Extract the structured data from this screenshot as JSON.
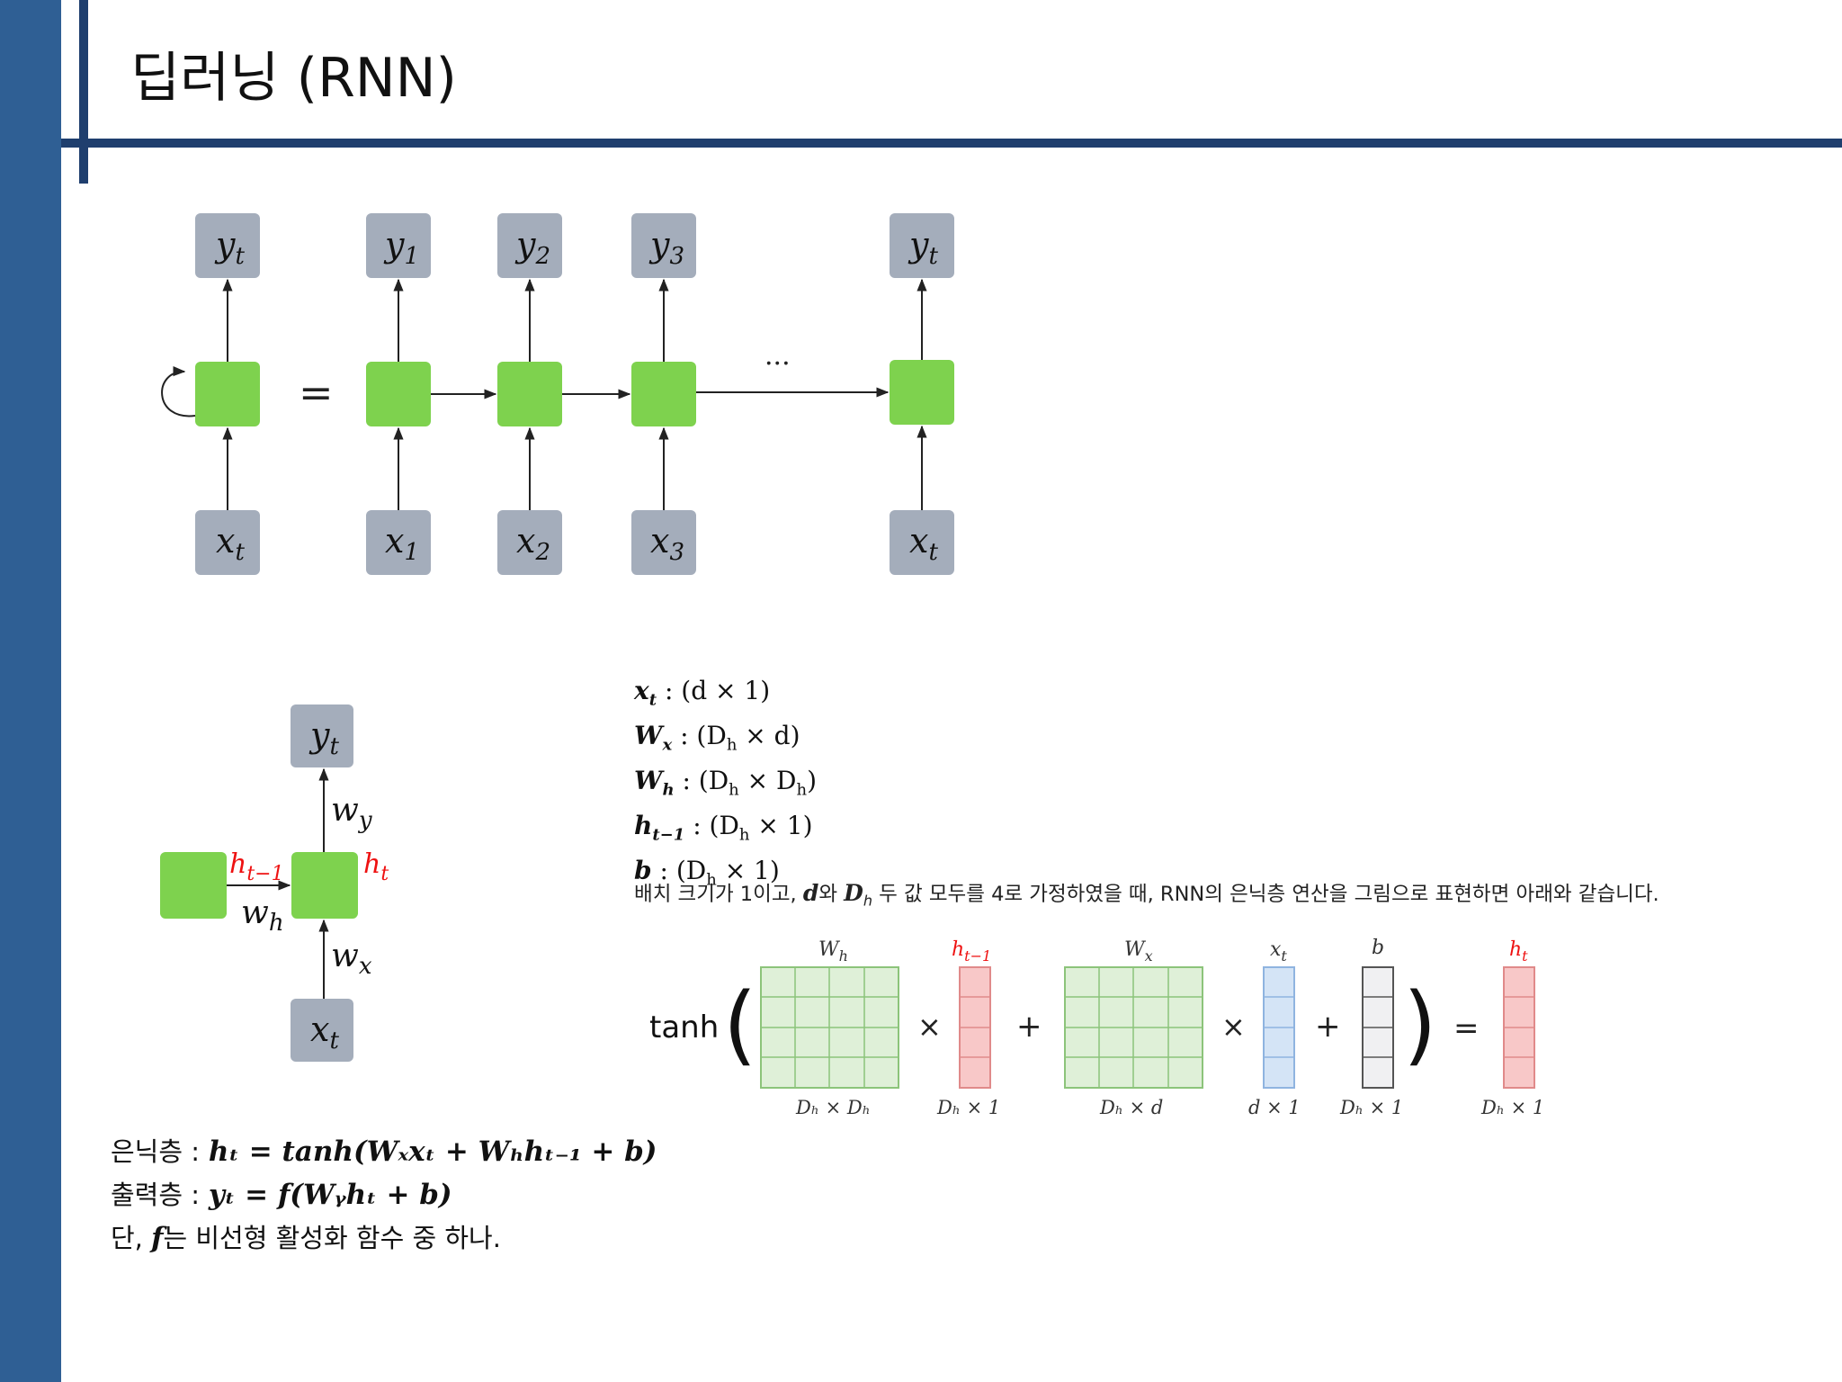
{
  "slide": {
    "title": "딥러닝 (RNN)",
    "accent_color": "#2f5f94",
    "line_color": "#1f3f6e"
  },
  "unrolled_diagram": {
    "left_output": "y",
    "left_output_sub": "t",
    "left_input": "x",
    "left_input_sub": "t",
    "equals": "=",
    "ellipsis": "···",
    "outputs": [
      {
        "base": "y",
        "sub": "1"
      },
      {
        "base": "y",
        "sub": "2"
      },
      {
        "base": "y",
        "sub": "3"
      },
      {
        "base": "y",
        "sub": "t"
      }
    ],
    "inputs": [
      {
        "base": "x",
        "sub": "1"
      },
      {
        "base": "x",
        "sub": "2"
      },
      {
        "base": "x",
        "sub": "3"
      },
      {
        "base": "x",
        "sub": "t"
      }
    ],
    "cell_color": "#7ed24e",
    "io_color": "#a4adbb"
  },
  "cell_diagram": {
    "output": {
      "base": "y",
      "sub": "t"
    },
    "input": {
      "base": "x",
      "sub": "t"
    },
    "w_y": {
      "base": "w",
      "sub": "y"
    },
    "w_h": {
      "base": "w",
      "sub": "h"
    },
    "w_x": {
      "base": "w",
      "sub": "x"
    },
    "h_prev": {
      "base": "h",
      "sub": "t−1"
    },
    "h_cur": {
      "base": "h",
      "sub": "t"
    },
    "hidden_color": "#ee1111"
  },
  "definitions": [
    {
      "sym": "x",
      "sub": "t",
      "dim": ": (d × 1)"
    },
    {
      "sym": "W",
      "sub": "x",
      "dim": ": (D",
      "dim_sub": "h",
      "dim_end": " × d)"
    },
    {
      "sym": "W",
      "sub": "h",
      "dim": ": (D",
      "dim_sub": "h",
      "dim_end": " × D",
      "dim_sub2": "h",
      "dim_close": ")"
    },
    {
      "sym": "h",
      "sub": "t−1",
      "dim": ": (D",
      "dim_sub": "h",
      "dim_end": " × 1)"
    },
    {
      "sym": "b",
      "sub": "",
      "dim": ": (D",
      "dim_sub": "h",
      "dim_end": " × 1)"
    }
  ],
  "note": {
    "part1": "배치 크기가 1이고, ",
    "d": "d",
    "part2": "와 ",
    "Dh": "D",
    "Dh_sub": "h",
    "part3": " 두 값 모두를 4로 가정하였을 때, RNN의 은닉층 연산을 그림으로 표현하면 아래와 같습니다."
  },
  "matrix_diagram": {
    "func": "tanh",
    "times": "×",
    "plus": "+",
    "equals": "=",
    "wh_label": "W",
    "wh_sub": "h",
    "hprev_label": "h",
    "hprev_sub": "t−1",
    "wx_label": "W",
    "wx_sub": "x",
    "xt_label": "x",
    "xt_sub": "t",
    "b_label": "b",
    "ht_label": "h",
    "ht_sub": "t",
    "wh_dim": "Dₕ × Dₕ",
    "hprev_dim": "Dₕ × 1",
    "wx_dim": "Dₕ × d",
    "xt_dim": "d × 1",
    "b_dim": "Dₕ × 1",
    "ht_dim": "Dₕ × 1",
    "green": "#dff0d8",
    "red": "#f8c8c8",
    "blue": "#d4e4f6",
    "gray": "#f0f0f2"
  },
  "equations": {
    "hidden_label": "은닉층 :",
    "hidden_eq": "hₜ = tanh(Wₓxₜ + Wₕhₜ₋₁ + b)",
    "output_label": "출력층 :",
    "output_eq": "yₜ = f(Wᵧhₜ + b)",
    "note_prefix": "단, ",
    "note_f": "f",
    "note_suffix": "는 비선형 활성화 함수 중 하나."
  }
}
